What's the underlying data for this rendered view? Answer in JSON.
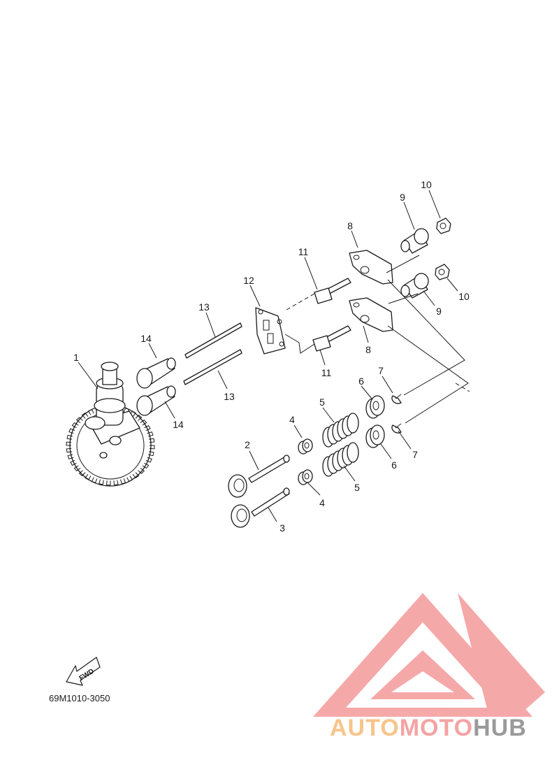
{
  "diagram": {
    "code": "69M1010-3050",
    "fwd_label": "FWD"
  },
  "callouts": {
    "c1": "1",
    "c2": "2",
    "c3": "3",
    "c4a": "4",
    "c4b": "4",
    "c5a": "5",
    "c5b": "5",
    "c6a": "6",
    "c6b": "6",
    "c7a": "7",
    "c7b": "7",
    "c8a": "8",
    "c8b": "8",
    "c9a": "9",
    "c9b": "9",
    "c10a": "10",
    "c10b": "10",
    "c11a": "11",
    "c11b": "11",
    "c12": "12",
    "c13a": "13",
    "c13b": "13",
    "c14a": "14",
    "c14b": "14"
  },
  "watermark": {
    "part1": "AUTO",
    "part2": "MOTO",
    "part3": "HUB",
    "colors": {
      "auto": "#f7c48a",
      "moto": "#f4a3a3",
      "hub": "#9a9a9a",
      "logo": "#f49a9a"
    }
  }
}
